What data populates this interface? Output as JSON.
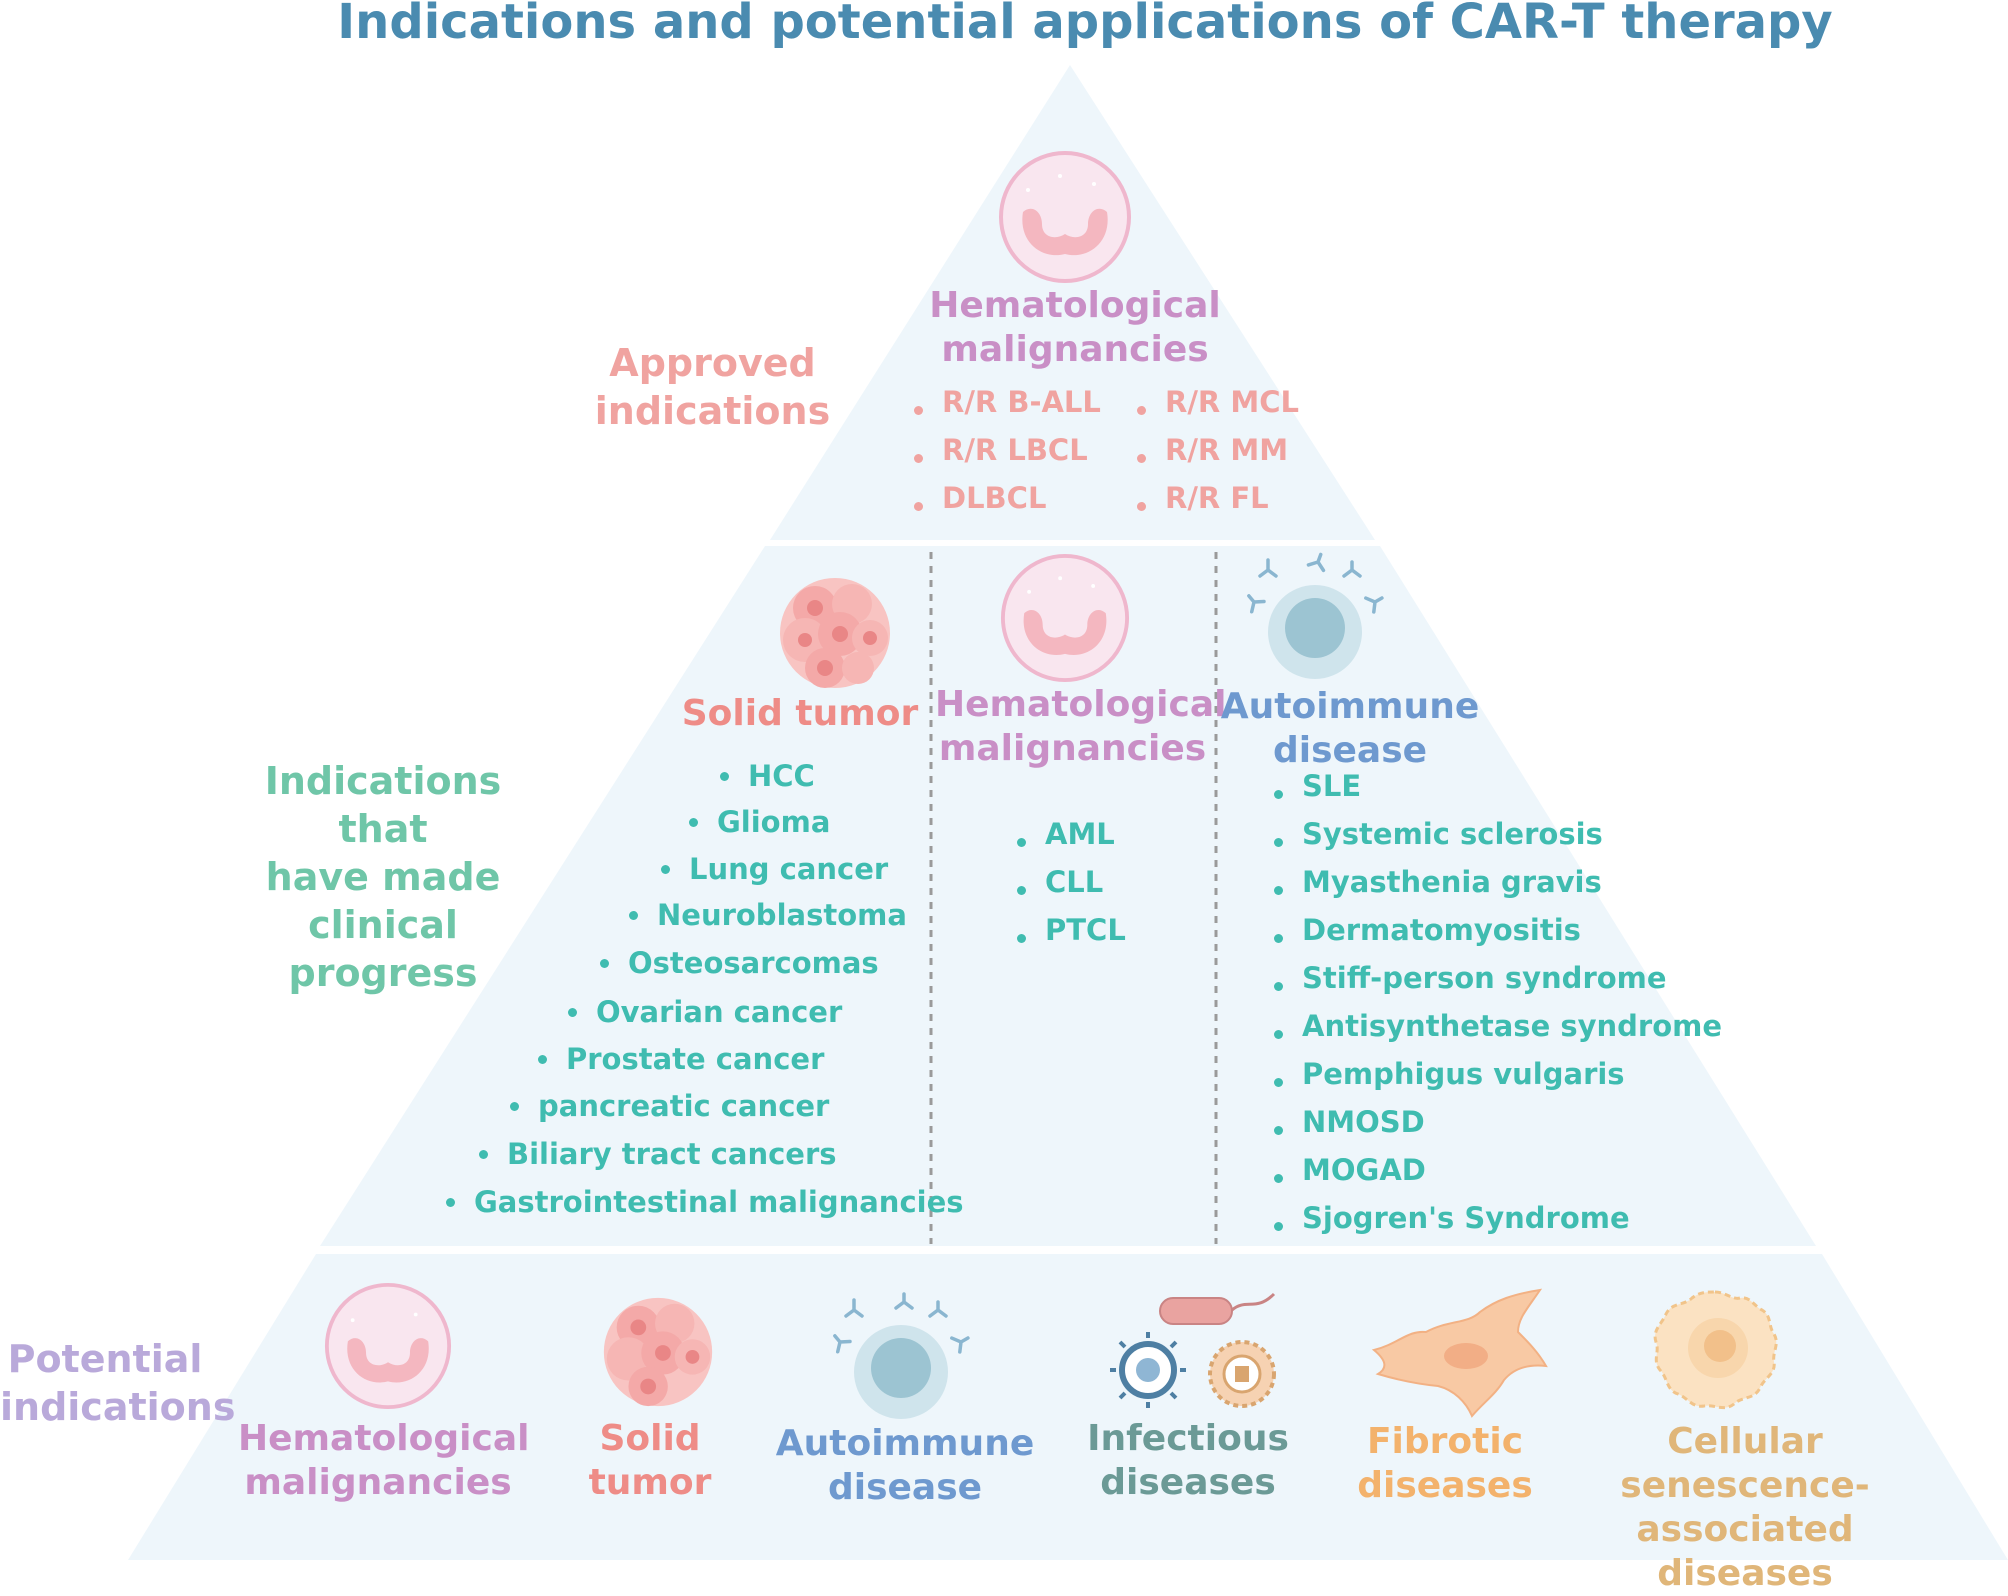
{
  "title": "Indications and potential applications of CAR-T therapy",
  "colors": {
    "title": "#4a8bb0",
    "pyramid_fill": "#eef6fb",
    "approved": "#f0a3a0",
    "hematological": "#c98fc6",
    "clinical_progress": "#6fc6a8",
    "list_teal": "#3fbcb0",
    "solid_tumor": "#ee8c87",
    "autoimmune": "#6e99cf",
    "potential": "#b9a9da",
    "infectious": "#6b9a96",
    "fibrotic": "#f3b26c",
    "senescence": "#e0b679"
  },
  "tiers": {
    "approved": {
      "label_line1": "Approved",
      "label_line2": "indications",
      "category_line1": "Hematological",
      "category_line2": "malignancies",
      "icon": "hematological-cell-icon",
      "items_left": [
        "R/R B-ALL",
        "R/R LBCL",
        "DLBCL"
      ],
      "items_right": [
        "R/R MCL",
        "R/R MM",
        "R/R FL"
      ]
    },
    "clinical": {
      "label_line1": "Indications that",
      "label_line2": "have made",
      "label_line3": "clinical progress",
      "solid_tumor": {
        "title": "Solid tumor",
        "icon": "tumor-cluster-icon",
        "items": [
          "HCC",
          "Glioma",
          "Lung cancer",
          "Neuroblastoma",
          "Osteosarcomas",
          "Ovarian cancer",
          "Prostate cancer",
          "pancreatic cancer",
          "Biliary tract cancers",
          "Gastrointestinal malignancies"
        ]
      },
      "hematological": {
        "title_line1": "Hematological",
        "title_line2": "malignancies",
        "icon": "hematological-cell-icon",
        "items": [
          "AML",
          "CLL",
          "PTCL"
        ]
      },
      "autoimmune": {
        "title_line1": "Autoimmune",
        "title_line2": "disease",
        "icon": "antibody-cell-icon",
        "items": [
          "SLE",
          "Systemic sclerosis",
          "Myasthenia gravis",
          "Dermatomyositis",
          "Stiff-person syndrome",
          "Antisynthetase syndrome",
          "Pemphigus vulgaris",
          "NMOSD",
          "MOGAD",
          "Sjogren's Syndrome"
        ]
      }
    },
    "potential": {
      "label_line1": "Potential",
      "label_line2": "indications",
      "categories": [
        {
          "line1": "Hematological",
          "line2": "malignancies",
          "icon": "hematological-cell-icon"
        },
        {
          "line1": "Solid tumor",
          "line2": "",
          "icon": "tumor-cluster-icon"
        },
        {
          "line1": "Autoimmune",
          "line2": "disease",
          "icon": "antibody-cell-icon"
        },
        {
          "line1": "Infectious",
          "line2": "diseases",
          "icon": "pathogen-icon"
        },
        {
          "line1": "Fibrotic",
          "line2": "diseases",
          "icon": "fibroblast-icon"
        },
        {
          "line1": "Cellular senescence-",
          "line2": "associated diseases",
          "icon": "senescent-cell-icon"
        }
      ]
    }
  }
}
